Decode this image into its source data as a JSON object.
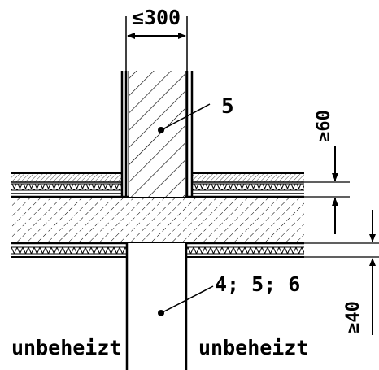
{
  "dimensions": {
    "wall_width": "≤300",
    "top_height": "≥60",
    "bottom_height": "≥40"
  },
  "callouts": {
    "wall_element": "5",
    "lower_wall": "4; 5; 6"
  },
  "rooms": {
    "left": "unbeheizt",
    "right": "unbeheizt"
  }
}
